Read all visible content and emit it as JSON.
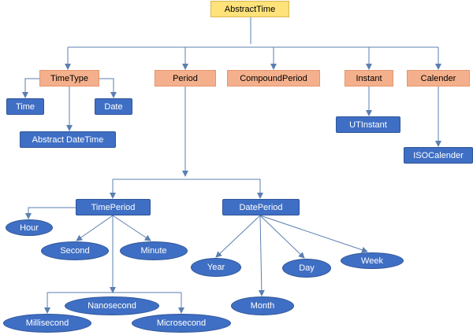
{
  "colors": {
    "root_fill": "#ffe27a",
    "category_fill": "#f4b08c",
    "leaf_fill": "#3f6fc4",
    "edge": "#5b7fb0"
  },
  "nodes": {
    "abstract_time": "AbstractTime",
    "time_type": "TimeType",
    "period": "Period",
    "compound_period": "CompoundPeriod",
    "instant": "Instant",
    "calender": "Calender",
    "time": "Time",
    "date": "Date",
    "abstract_datetime": "Abstract DateTime",
    "ut_instant": "UTInstant",
    "iso_calender": "ISOCalender",
    "time_period": "TimePeriod",
    "date_period": "DatePeriod",
    "hour": "Hour",
    "second": "Second",
    "minute": "Minute",
    "nanosecond": "Nanosecond",
    "millisecond": "Millisecond",
    "microsecond": "Microsecond",
    "year": "Year",
    "month": "Month",
    "day": "Day",
    "week": "Week"
  }
}
